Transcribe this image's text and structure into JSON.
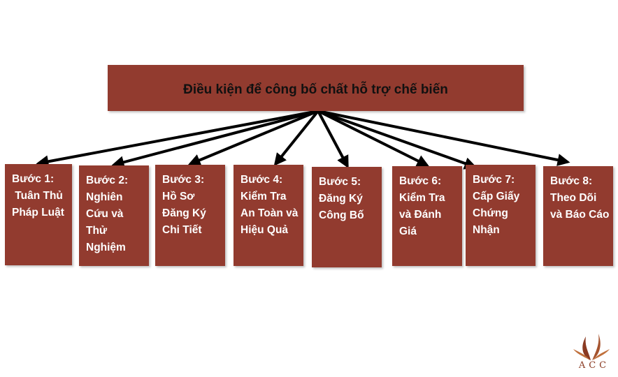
{
  "diagram": {
    "title": "Điều kiện để công bố chất hỗ trợ chế biến",
    "steps": [
      {
        "label": "Bước 1:",
        "text": " Tuân Thủ\nPháp Luật"
      },
      {
        "label": "Bước 2:",
        "text": "Nghiên\nCứu và\nThử\nNghiệm"
      },
      {
        "label": "Bước 3:",
        "text": "Hồ Sơ\nĐăng Ký\nChi Tiết"
      },
      {
        "label": "Bước 4:",
        "text": "Kiểm Tra\nAn Toàn và\nHiệu Quả"
      },
      {
        "label": "Bước 5:",
        "text": "Đăng Ký\nCông Bố"
      },
      {
        "label": "Bước 6:",
        "text": "Kiểm Tra\nvà Đánh\nGiá"
      },
      {
        "label": "Bước 7:",
        "text": "Cấp Giấy\nChứng\nNhận"
      },
      {
        "label": "Bước 8:",
        "text": "Theo Dõi\nvà Báo Cáo"
      }
    ],
    "colors": {
      "box": "#923b2f",
      "arrow": "#000000",
      "step_text": "#ffffff",
      "title_text": "#111111"
    }
  },
  "logo": {
    "text": "ACC",
    "icon": "flame-leaf-logo-icon"
  }
}
